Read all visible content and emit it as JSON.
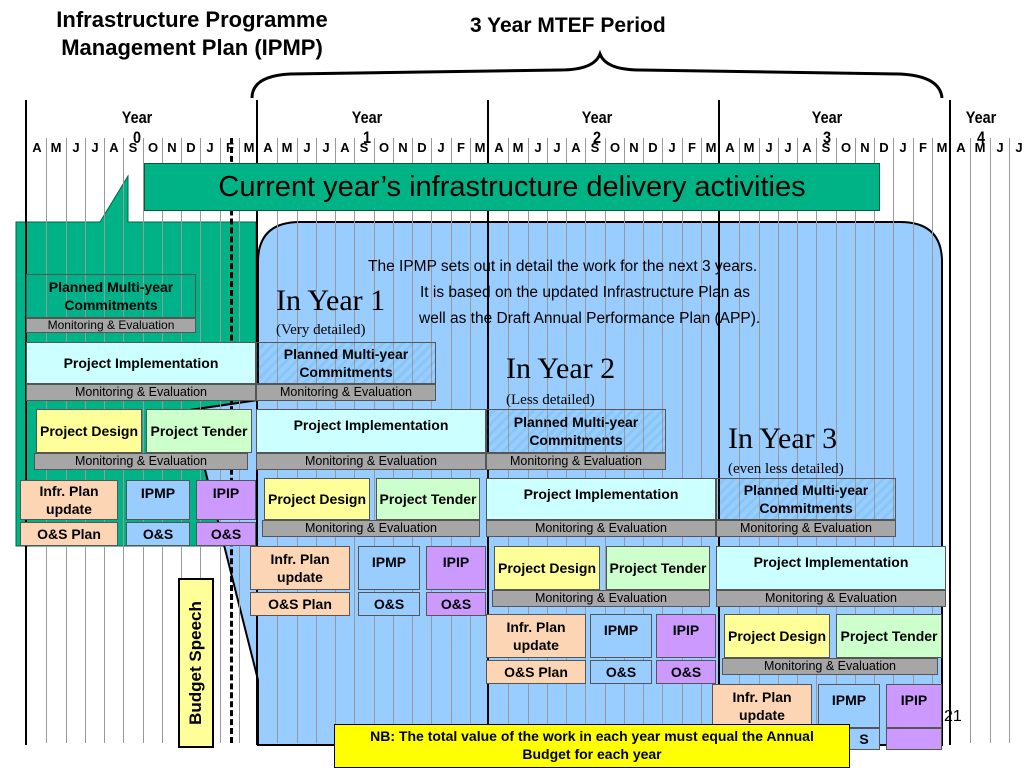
{
  "header": {
    "title": "Infrastructure Programme Management Plan (IPMP)",
    "mtef_period": "3 Year MTEF Period"
  },
  "years": [
    "Year 0",
    "Year 1",
    "Year 2",
    "Year 3",
    "Year 4"
  ],
  "months": [
    "A",
    "M",
    "J",
    "J",
    "A",
    "S",
    "O",
    "N",
    "D",
    "J",
    "F",
    "M"
  ],
  "current_year_banner": "Current year’s infrastructure delivery activities",
  "ipmp_note": {
    "line1": "The IPMP sets out in detail the work for the next 3 years.",
    "line2": "It is based on the updated Infrastructure Plan as",
    "line3": "well as the Draft Annual Performance Plan (APP)."
  },
  "in_year_1": {
    "title": "In Year 1",
    "detail": "(Very detailed)"
  },
  "in_year_2": {
    "title": "In Year 2",
    "detail": "(Less detailed)"
  },
  "in_year_3": {
    "title": "In Year 3",
    "detail": "(even less detailed)"
  },
  "labels": {
    "planned_multi_year": "Planned Multi-year Commitments",
    "monitoring": "Monitoring & Evaluation",
    "project_implementation": "Project Implementation",
    "project_design": "Project Design",
    "project_tender": "Project Tender",
    "infr_plan_update": "Infr. Plan update",
    "ipmp": "IPMP",
    "ipip": "IPIP",
    "os_plan": "O&S Plan",
    "os": "O&S"
  },
  "budget_speech": "Budget Speech",
  "nb_note": "NB: The total value of the work in each year must equal  the Annual Budget for each year",
  "page_number": "21",
  "cut_fragments": {
    "os_partial": "S"
  },
  "colors": {
    "banner": "#00b386",
    "rounded_panel": "#99ccff",
    "implementation": "#ccffff",
    "design": "#ffff99",
    "tender": "#ccffcc",
    "infr_plan": "#fcd5b4",
    "ipmp": "#99ccff",
    "ipip": "#cc99ff",
    "monitoring": "#a6a6a6",
    "nb_note": "#ffff00"
  }
}
